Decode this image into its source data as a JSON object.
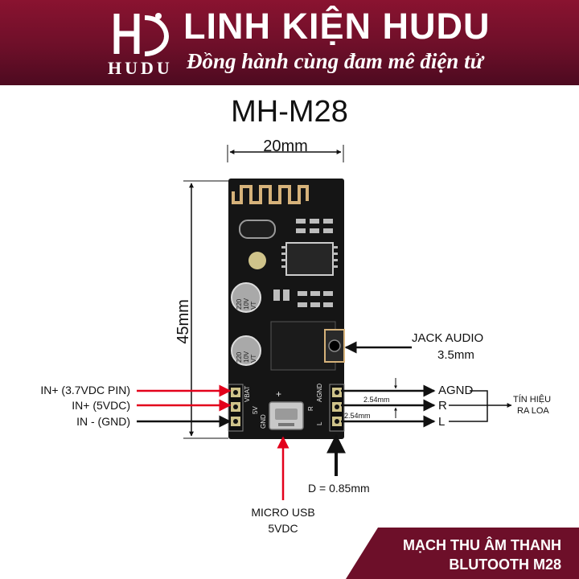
{
  "header": {
    "logo_text": "HUDU",
    "brand": "LINH KIỆN HUDU",
    "slogan": "Đồng hành cùng đam mê điện tử"
  },
  "title": "MH-M28",
  "dimensions": {
    "width": "20mm",
    "height": "45mm"
  },
  "capacitor_text": [
    "220",
    "10V",
    "VT"
  ],
  "left_pins": {
    "silk": [
      "VBAT",
      "5V",
      "GND"
    ],
    "labels": [
      "IN+ (3.7VDC PIN)",
      "IN+ (5VDC)",
      "IN - (GND)"
    ]
  },
  "right_pins": {
    "silk": [
      "AGND",
      "R",
      "L"
    ],
    "labels": [
      "AGND",
      "R",
      "L"
    ],
    "pitch1": "2.54mm",
    "pitch2": "2.54mm"
  },
  "signal": {
    "line1": "TÍN HIỆU",
    "line2": "RA LOA"
  },
  "jack": {
    "line1": "JACK AUDIO",
    "line2": "3.5mm"
  },
  "pin_diameter": "D = 0.85mm",
  "usb": {
    "line1": "MICRO USB",
    "line2": "5VDC"
  },
  "footer": {
    "line1": "MẠCH THU ÂM THANH",
    "line2": "BLUTOOTH M28"
  },
  "colors": {
    "header": "#6d0f29",
    "accent_red": "#e3001b",
    "board": "#151515",
    "antenna": "#d6b27a"
  }
}
